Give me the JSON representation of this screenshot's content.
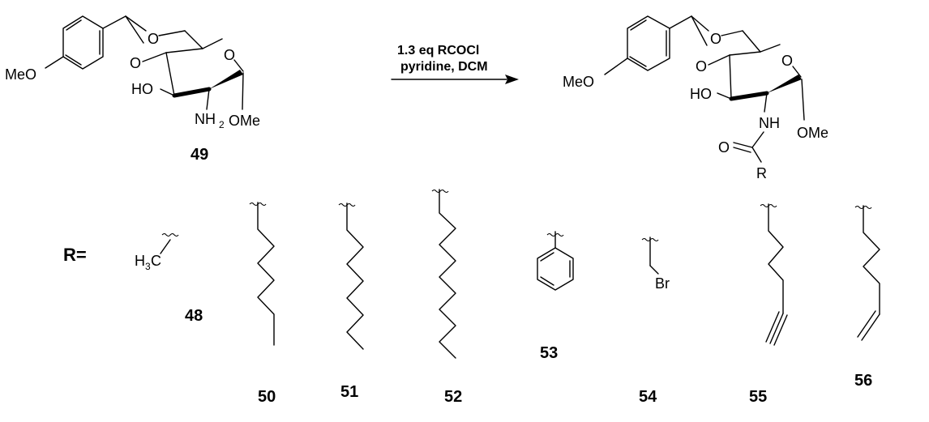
{
  "reaction": {
    "conditions": [
      "1.3 eq RCOCl",
      "pyridine, DCM"
    ],
    "reactant": {
      "id": "49",
      "atoms": {
        "meo": "MeO",
        "o_acetal_top": "O",
        "o_acetal_bottom": "O",
        "o_ring": "O",
        "ho": "HO",
        "nh2": "NH",
        "nh2_sub": "2",
        "ome": "OMe"
      }
    },
    "product": {
      "atoms": {
        "meo": "MeO",
        "o_acetal_top": "O",
        "o_acetal_bottom": "O",
        "o_ring": "O",
        "ho": "HO",
        "nh": "NH",
        "ome": "OMe",
        "carbonyl_o": "O",
        "r": "R"
      }
    }
  },
  "r_groups": {
    "label": "R=",
    "items": [
      {
        "id": "48",
        "text": "H",
        "sub": "3",
        "text2": "C"
      },
      {
        "id": "50"
      },
      {
        "id": "51"
      },
      {
        "id": "52"
      },
      {
        "id": "53"
      },
      {
        "id": "54",
        "text": "Br"
      },
      {
        "id": "55"
      },
      {
        "id": "56"
      }
    ]
  }
}
